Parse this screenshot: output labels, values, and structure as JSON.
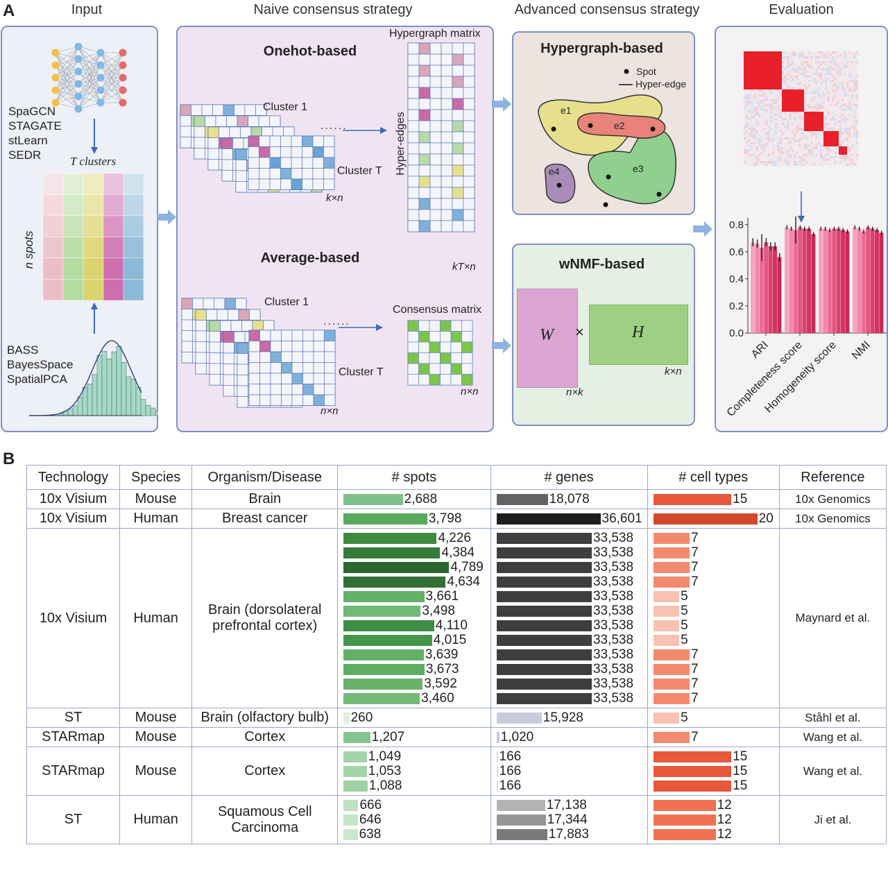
{
  "panelA": {
    "letter": "A",
    "sections": {
      "input": "Input",
      "naive": "Naive consensus strategy",
      "advanced": "Advanced consensus strategy",
      "evaluation": "Evaluation"
    },
    "input": {
      "methods_top": [
        "SpaGCN",
        "STAGATE",
        "stLearn",
        "SEDR"
      ],
      "t_clusters": "T clusters",
      "n_spots": "n spots",
      "methods_bottom": [
        "BASS",
        "BayesSpace",
        "SpatialPCA"
      ]
    },
    "naive": {
      "onehot_title": "Onehot-based",
      "cluster1": "Cluster 1",
      "clusterT": "Cluster T",
      "kxn": "k×n",
      "hypergraph_matrix": "Hypergraph matrix",
      "hyper_edges": "Hyper-edges",
      "kTxn": "kT×n",
      "average_title": "Average-based",
      "cluster1b": "Cluster 1",
      "clusterTb": "Cluster T",
      "nxn": "n×n",
      "consensus_matrix": "Consensus matrix",
      "nxn2": "n×n"
    },
    "advanced": {
      "hypergraph_title": "Hypergraph-based",
      "legend_spot": "Spot",
      "legend_edge": "Hyper-edge",
      "edges": [
        "e1",
        "e2",
        "e3",
        "e4"
      ],
      "wnmf_title": "wNMF-based",
      "W": "W",
      "times": "×",
      "H": "H",
      "nxk": "n×k",
      "kxn": "k×n"
    },
    "evaluation": {
      "yticks": [
        "0.0",
        "0.2",
        "0.4",
        "0.6",
        "0.8"
      ],
      "metrics": [
        "ARI",
        "Completeness score",
        "Homogeneity score",
        "NMI"
      ]
    }
  },
  "chart_data": {
    "type": "bar",
    "categories": [
      "ARI",
      "Completeness score",
      "Homogeneity score",
      "NMI"
    ],
    "series_values": [
      [
        0.67,
        0.66,
        0.63,
        0.67,
        0.64,
        0.64,
        0.56
      ],
      [
        0.78,
        0.77,
        0.76,
        0.78,
        0.77,
        0.77,
        0.73
      ],
      [
        0.77,
        0.77,
        0.76,
        0.77,
        0.77,
        0.76,
        0.75
      ],
      [
        0.78,
        0.77,
        0.75,
        0.78,
        0.77,
        0.76,
        0.74
      ]
    ],
    "ylim": [
      0,
      0.85
    ],
    "colors": [
      "#f6a3bd",
      "#ef88a9",
      "#ea6c96",
      "#e4567f",
      "#dc3f6d",
      "#d23462",
      "#c72a58"
    ]
  },
  "panelB": {
    "letter": "B",
    "headers": [
      "Technology",
      "Species",
      "Organism/Disease",
      "# spots",
      "# genes",
      "# cell types",
      "Reference"
    ],
    "rows": [
      {
        "tech": "10x Visium",
        "species": "Mouse",
        "organism": "Brain",
        "ref": "10x Genomics",
        "spots": [
          {
            "v": 2688,
            "t": "2,688",
            "c": "#7fc08a"
          }
        ],
        "genes": [
          {
            "v": 18078,
            "t": "18,078",
            "c": "#636363"
          }
        ],
        "cells": [
          {
            "v": 15,
            "t": "15",
            "c": "#e8583a"
          }
        ]
      },
      {
        "tech": "10x Visium",
        "species": "Human",
        "organism": "Breast cancer",
        "ref": "10x Genomics",
        "spots": [
          {
            "v": 3798,
            "t": "3,798",
            "c": "#58a85d"
          }
        ],
        "genes": [
          {
            "v": 36601,
            "t": "36,601",
            "c": "#1d1d1d"
          }
        ],
        "cells": [
          {
            "v": 20,
            "t": "20",
            "c": "#d1482a"
          }
        ]
      },
      {
        "tech": "10x Visium",
        "species": "Human",
        "organism": "Brain (dorsolateral prefrontal cortex)",
        "ref": "Maynard et al.",
        "spots": [
          {
            "v": 4226,
            "t": "4,226",
            "c": "#3d8a40"
          },
          {
            "v": 4384,
            "t": "4,384",
            "c": "#357b3a"
          },
          {
            "v": 4789,
            "t": "4,789",
            "c": "#2c6631"
          },
          {
            "v": 4634,
            "t": "4,634",
            "c": "#316f36"
          },
          {
            "v": 3661,
            "t": "3,661",
            "c": "#64b16a"
          },
          {
            "v": 3498,
            "t": "3,498",
            "c": "#71b976"
          },
          {
            "v": 4110,
            "t": "4,110",
            "c": "#3f8c44"
          },
          {
            "v": 4015,
            "t": "4,015",
            "c": "#45954a"
          },
          {
            "v": 3639,
            "t": "3,639",
            "c": "#62af68"
          },
          {
            "v": 3673,
            "t": "3,673",
            "c": "#5ead64"
          },
          {
            "v": 3592,
            "t": "3,592",
            "c": "#67b36c"
          },
          {
            "v": 3460,
            "t": "3,460",
            "c": "#73ba78"
          }
        ],
        "genes": [
          {
            "v": 33538,
            "t": "33,538",
            "c": "#3e3e3e"
          },
          {
            "v": 33538,
            "t": "33,538",
            "c": "#3e3e3e"
          },
          {
            "v": 33538,
            "t": "33,538",
            "c": "#3e3e3e"
          },
          {
            "v": 33538,
            "t": "33,538",
            "c": "#3e3e3e"
          },
          {
            "v": 33538,
            "t": "33,538",
            "c": "#3e3e3e"
          },
          {
            "v": 33538,
            "t": "33,538",
            "c": "#3e3e3e"
          },
          {
            "v": 33538,
            "t": "33,538",
            "c": "#3e3e3e"
          },
          {
            "v": 33538,
            "t": "33,538",
            "c": "#3e3e3e"
          },
          {
            "v": 33538,
            "t": "33,538",
            "c": "#3e3e3e"
          },
          {
            "v": 33538,
            "t": "33,538",
            "c": "#3e3e3e"
          },
          {
            "v": 33538,
            "t": "33,538",
            "c": "#3e3e3e"
          },
          {
            "v": 33538,
            "t": "33,538",
            "c": "#3e3e3e"
          }
        ],
        "cells": [
          {
            "v": 7,
            "t": "7",
            "c": "#f28a70"
          },
          {
            "v": 7,
            "t": "7",
            "c": "#f28a70"
          },
          {
            "v": 7,
            "t": "7",
            "c": "#f28a70"
          },
          {
            "v": 7,
            "t": "7",
            "c": "#f28a70"
          },
          {
            "v": 5,
            "t": "5",
            "c": "#f7c2b2"
          },
          {
            "v": 5,
            "t": "5",
            "c": "#f7c2b2"
          },
          {
            "v": 5,
            "t": "5",
            "c": "#f7c2b2"
          },
          {
            "v": 5,
            "t": "5",
            "c": "#f7c2b2"
          },
          {
            "v": 7,
            "t": "7",
            "c": "#f28a70"
          },
          {
            "v": 7,
            "t": "7",
            "c": "#f28a70"
          },
          {
            "v": 7,
            "t": "7",
            "c": "#f28a70"
          },
          {
            "v": 7,
            "t": "7",
            "c": "#f28a70"
          }
        ]
      },
      {
        "tech": "ST",
        "species": "Mouse",
        "organism": "Brain (olfactory bulb)",
        "ref": "Ståhl et al.",
        "spots": [
          {
            "v": 260,
            "t": "260",
            "c": "#dff0df"
          }
        ],
        "genes": [
          {
            "v": 15928,
            "t": "15,928",
            "c": "#c8cbdc"
          }
        ],
        "cells": [
          {
            "v": 5,
            "t": "5",
            "c": "#f7c2b2"
          }
        ]
      },
      {
        "tech": "STARmap",
        "species": "Mouse",
        "organism": "Cortex",
        "ref": "Wang et al.",
        "spots": [
          {
            "v": 1207,
            "t": "1,207",
            "c": "#86c48f"
          }
        ],
        "genes": [
          {
            "v": 1020,
            "t": "1,020",
            "c": "#c9c5e6"
          }
        ],
        "cells": [
          {
            "v": 7,
            "t": "7",
            "c": "#f28a70"
          }
        ]
      },
      {
        "tech": "STARmap",
        "species": "Mouse",
        "organism": "Cortex",
        "ref": "Wang et al.",
        "spots": [
          {
            "v": 1049,
            "t": "1,049",
            "c": "#a5d4aa"
          },
          {
            "v": 1053,
            "t": "1,053",
            "c": "#a5d4aa"
          },
          {
            "v": 1088,
            "t": "1,088",
            "c": "#a0d1a5"
          }
        ],
        "genes": [
          {
            "v": 166,
            "t": "166",
            "c": "#d8d8e8"
          },
          {
            "v": 166,
            "t": "166",
            "c": "#d8d8e8"
          },
          {
            "v": 166,
            "t": "166",
            "c": "#d8d8e8"
          }
        ],
        "cells": [
          {
            "v": 15,
            "t": "15",
            "c": "#e8583a"
          },
          {
            "v": 15,
            "t": "15",
            "c": "#e8583a"
          },
          {
            "v": 15,
            "t": "15",
            "c": "#e8583a"
          }
        ]
      },
      {
        "tech": "ST",
        "species": "Human",
        "organism": "Squamous Cell Carcinoma",
        "ref": "Ji et al.",
        "spots": [
          {
            "v": 666,
            "t": "666",
            "c": "#c0e1c2"
          },
          {
            "v": 646,
            "t": "646",
            "c": "#c6e4c8"
          },
          {
            "v": 638,
            "t": "638",
            "c": "#cbe7cd"
          }
        ],
        "genes": [
          {
            "v": 17138,
            "t": "17,138",
            "c": "#b3b3b3"
          },
          {
            "v": 17344,
            "t": "17,344",
            "c": "#969696"
          },
          {
            "v": 17883,
            "t": "17,883",
            "c": "#7a7a7a"
          }
        ],
        "cells": [
          {
            "v": 12,
            "t": "12",
            "c": "#f07253"
          },
          {
            "v": 12,
            "t": "12",
            "c": "#f07253"
          },
          {
            "v": 12,
            "t": "12",
            "c": "#f07253"
          }
        ]
      }
    ]
  }
}
